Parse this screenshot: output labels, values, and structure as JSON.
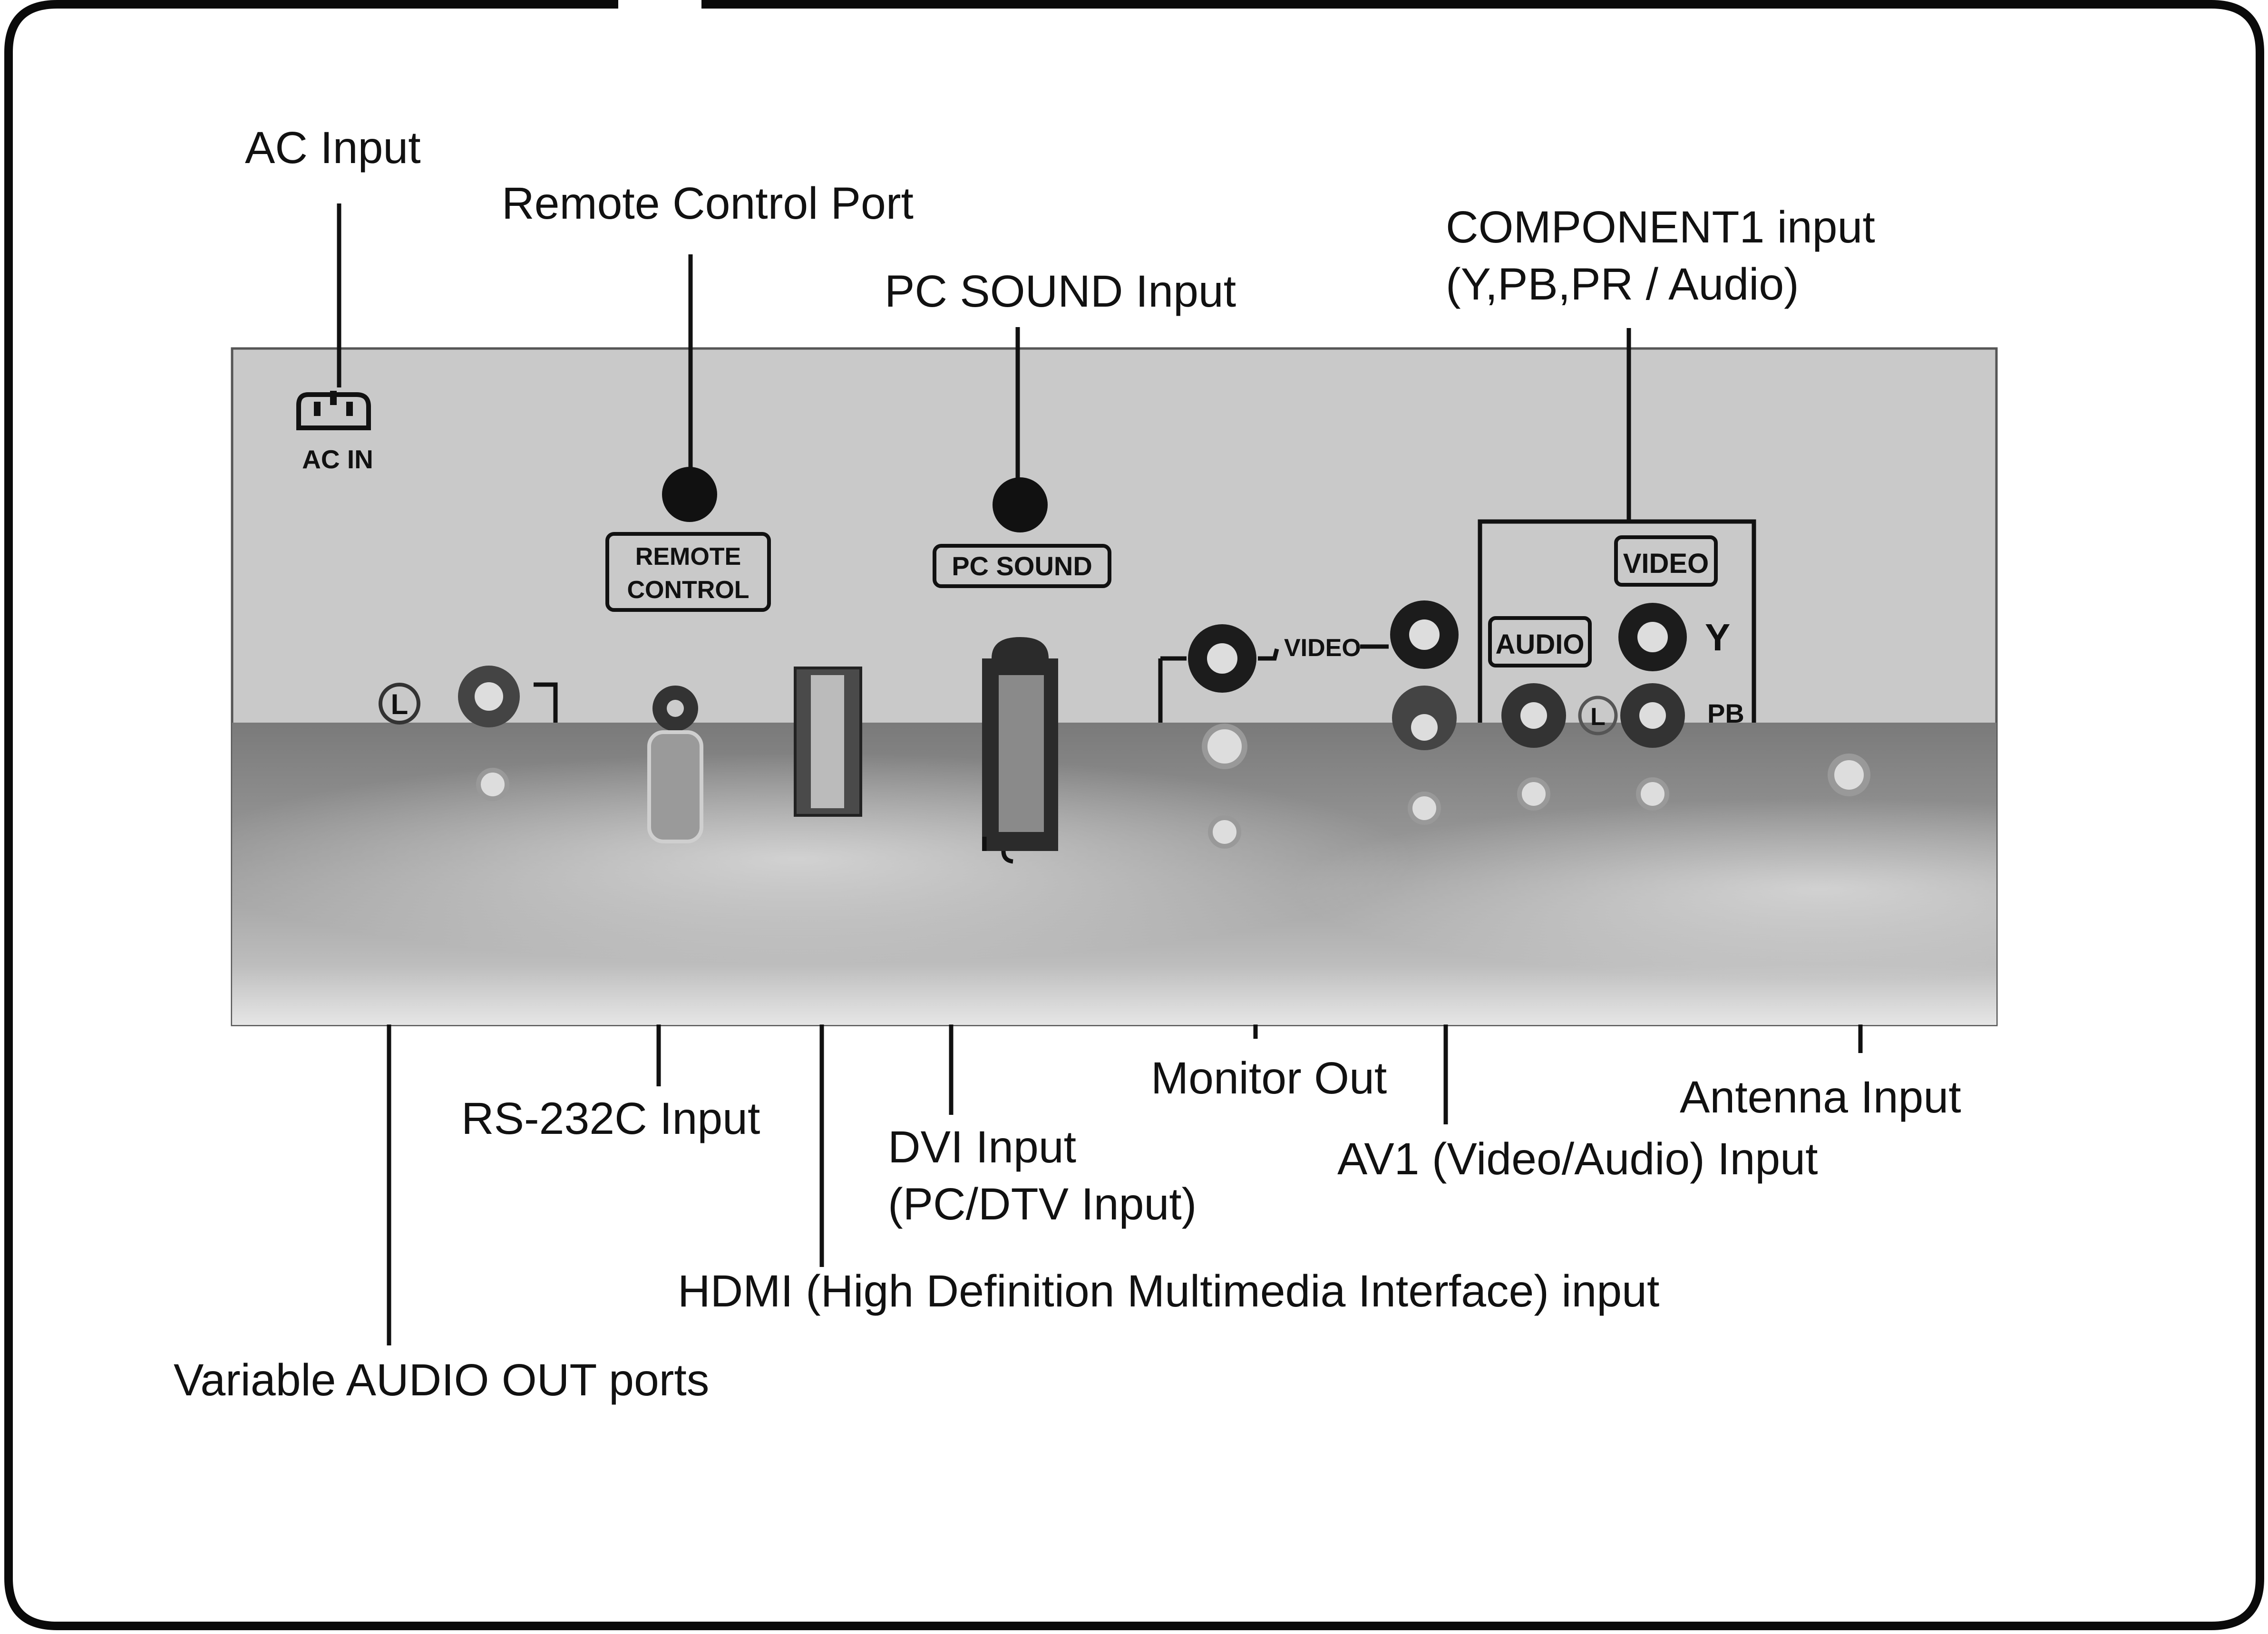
{
  "callouts": {
    "ac_input": "AC Input",
    "remote_control_port": "Remote Control Port",
    "pc_sound_input": "PC SOUND Input",
    "component1_line1": "COMPONENT1 input",
    "component1_line2": "(Y,PB,PR / Audio)",
    "rs232c_input": "RS-232C Input",
    "dvi_input_line1": "DVI Input",
    "dvi_input_line2": "(PC/DTV Input)",
    "monitor_out": "Monitor Out",
    "antenna_input": "Antenna Input",
    "av1_input": "AV1 (Video/Audio) Input",
    "hdmi_input": "HDMI (High Definition Multimedia Interface) input",
    "variable_audio_out": "Variable AUDIO OUT ports"
  },
  "panel_labels": {
    "ac_in": "AC IN",
    "remote_line1": "REMOTE",
    "remote_line2": "CONTROL",
    "pc_sound": "PC SOUND",
    "video_monitor": "VIDEO",
    "video_component": "VIDEO",
    "audio_component": "AUDIO",
    "y": "Y",
    "pb": "PB",
    "l_audio_out": "L",
    "l_component": "L"
  }
}
